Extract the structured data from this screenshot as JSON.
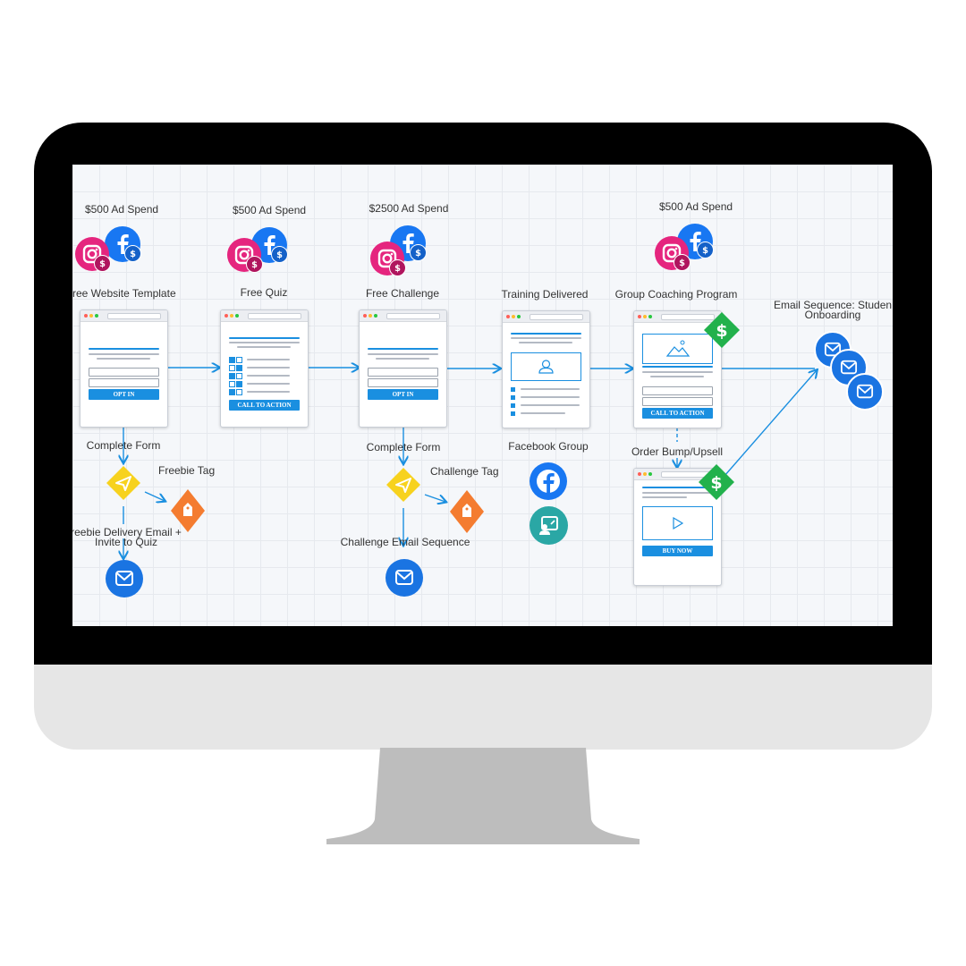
{
  "funnel": {
    "ad_spend": [
      {
        "label": "$500 Ad Spend"
      },
      {
        "label": "$500 Ad Spend"
      },
      {
        "label": "$2500 Ad Spend"
      },
      {
        "label": "$500 Ad Spend"
      }
    ],
    "steps": [
      {
        "title": "ree Website Template",
        "button": "OPT IN"
      },
      {
        "title": "Free Quiz",
        "button": "CALL TO ACTION"
      },
      {
        "title": "Free Challenge",
        "button": "OPT IN"
      },
      {
        "title": "Training Delivered"
      },
      {
        "title": "Group Coaching Program",
        "button": "CALL TO ACTION"
      },
      {
        "title": "Email Sequence: Studen\nOnboarding"
      }
    ],
    "branches": {
      "complete_form_1": "Complete Form",
      "freebie_tag": "Freebie Tag",
      "freebie_email": "reebie Delivery Email +\nInvite to Quiz",
      "complete_form_2": "Complete Form",
      "challenge_tag": "Challenge Tag",
      "challenge_email": "Challenge Email Sequence",
      "facebook_group": "Facebook Group",
      "order_bump": "Order Bump/Upsell",
      "order_bump_button": "BUY NOW"
    }
  },
  "colors": {
    "accent": "#1a8fe0",
    "instagram": "#e5257e",
    "facebook": "#1877f2",
    "email": "#1a74e2",
    "form_diamond": "#f7d21e",
    "tag_diamond": "#f47c30",
    "sale_diamond": "#22b14c",
    "community": "#2aa7a5"
  }
}
